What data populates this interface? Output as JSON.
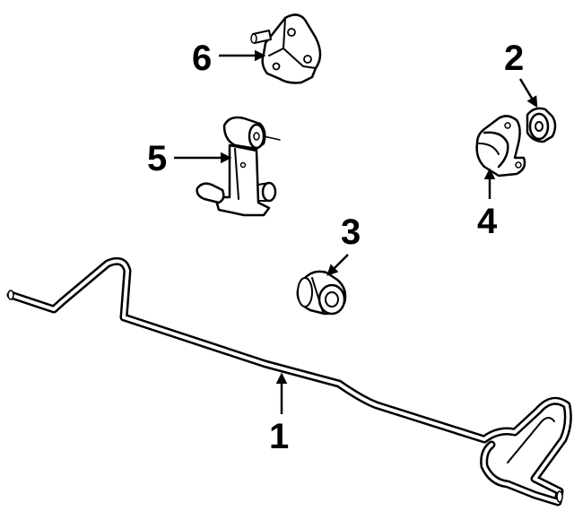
{
  "callouts": {
    "part1": "1",
    "part2": "2",
    "part3": "3",
    "part4": "4",
    "part5": "5",
    "part6": "6"
  },
  "colors": {
    "ink": "#000000",
    "background": "#ffffff"
  }
}
